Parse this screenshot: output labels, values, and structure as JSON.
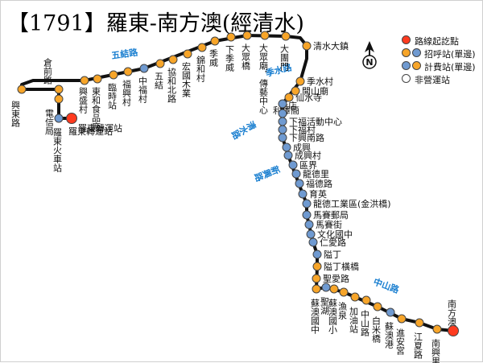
{
  "title": "【1791】羅東-南方澳(經清水)",
  "colors": {
    "line": "#111111",
    "terminal": "#ff3b1f",
    "call_stop": "#f7a529",
    "fare_stop": "#6f9ad1",
    "road_label": "#1a7fd0"
  },
  "legend": {
    "terminal": "路線起訖點",
    "call_stop": "招呼站(單邊)",
    "fare_stop": "計費站(單邊)",
    "non_service": "非營運站"
  },
  "compass": {
    "north_label": "N",
    "icon": "north-arrow-icon"
  },
  "roads": [
    "五結路",
    "季水路",
    "清水路",
    "新興路",
    "中山路"
  ],
  "terminal_label": "羅東轉運站",
  "stops": [
    {
      "name": "羅東轉運站",
      "type": "terminal"
    },
    {
      "name": "羅東火車站",
      "type": "fare"
    },
    {
      "name": "電信局",
      "type": "call"
    },
    {
      "name": "倉前路",
      "type": "call"
    },
    {
      "name": "興東路",
      "type": "call"
    },
    {
      "name": "興盛村",
      "type": "call"
    },
    {
      "name": "東和食品廠",
      "type": "call"
    },
    {
      "name": "臨時站",
      "type": "call"
    },
    {
      "name": "福興村",
      "type": "call"
    },
    {
      "name": "中福村",
      "type": "fare"
    },
    {
      "name": "五結",
      "type": "call"
    },
    {
      "name": "協和北路",
      "type": "call"
    },
    {
      "name": "宏國木業",
      "type": "call"
    },
    {
      "name": "錦和村",
      "type": "call"
    },
    {
      "name": "季威",
      "type": "call"
    },
    {
      "name": "下季威",
      "type": "call"
    },
    {
      "name": "大眾橋",
      "type": "call"
    },
    {
      "name": "大眾廟．傳藝中心",
      "type": "call"
    },
    {
      "name": "大團門",
      "type": "call"
    },
    {
      "name": "清水大鎮",
      "type": "call"
    },
    {
      "name": "季水村",
      "type": "call"
    },
    {
      "name": "開山廟",
      "type": "call"
    },
    {
      "name": "仙水寺",
      "type": "call"
    },
    {
      "name": "新店",
      "type": "fare"
    },
    {
      "name": "利澤簡",
      "type": "fare"
    },
    {
      "name": "下福活動中心",
      "type": "fare"
    },
    {
      "name": "下福村",
      "type": "fare"
    },
    {
      "name": "下興南路",
      "type": "fare"
    },
    {
      "name": "成興",
      "type": "fare"
    },
    {
      "name": "成興村",
      "type": "fare"
    },
    {
      "name": "區界",
      "type": "fare"
    },
    {
      "name": "龍德里",
      "type": "fare"
    },
    {
      "name": "福德路",
      "type": "fare"
    },
    {
      "name": "育英",
      "type": "fare"
    },
    {
      "name": "龍德工業區(金洪橋)",
      "type": "fare"
    },
    {
      "name": "馬賽郵局",
      "type": "fare"
    },
    {
      "name": "馬賽街",
      "type": "fare"
    },
    {
      "name": "文化國中",
      "type": "fare"
    },
    {
      "name": "仁愛路",
      "type": "fare"
    },
    {
      "name": "隘丁",
      "type": "fare"
    },
    {
      "name": "隘丁橫橋",
      "type": "call"
    },
    {
      "name": "聖愛路",
      "type": "call"
    },
    {
      "name": "蘇澳國中",
      "type": "call"
    },
    {
      "name": "聖湖",
      "type": "fare"
    },
    {
      "name": "蘇澳國小",
      "type": "call"
    },
    {
      "name": "漁泉",
      "type": "call"
    },
    {
      "name": "加油站",
      "type": "call"
    },
    {
      "name": "中山路",
      "type": "call"
    },
    {
      "name": "白米橋",
      "type": "call"
    },
    {
      "name": "蘇澳港",
      "type": "fare"
    },
    {
      "name": "進安宮",
      "type": "call"
    },
    {
      "name": "江夏路",
      "type": "call"
    },
    {
      "name": "南興里",
      "type": "call"
    },
    {
      "name": "南方澳",
      "type": "terminal"
    }
  ]
}
